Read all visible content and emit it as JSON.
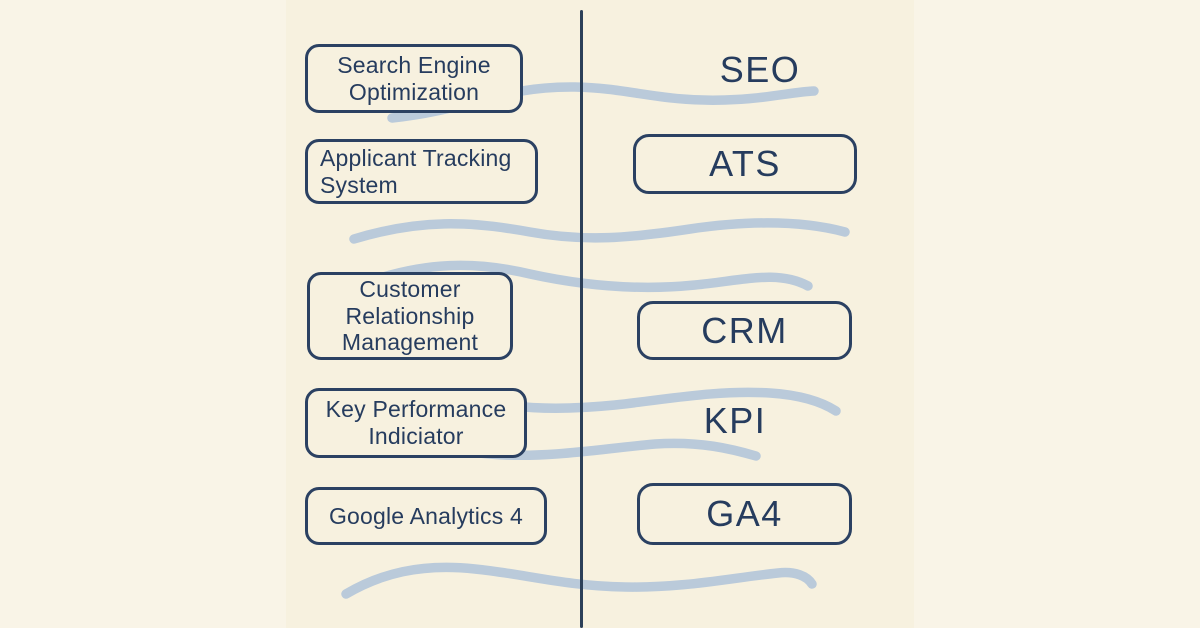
{
  "theme": {
    "background": "#f9f4e7",
    "panel_background": "#f7f1df",
    "ink_navy": "#263c5e",
    "border_navy": "#2b4162",
    "divider_navy": "#2c4059",
    "wave_blue": "#b5c7da"
  },
  "diagram": {
    "description_pairs": "full marketing/HR terms on the left mapped to acronyms on the right of a vertical divider",
    "rows": [
      {
        "term": "Search Engine\nOptimization",
        "acronym": "SEO",
        "acronym_boxed": false
      },
      {
        "term": "Applicant Tracking\nSystem",
        "acronym": "ATS",
        "acronym_boxed": true
      },
      {
        "term": "Customer\nRelationship\nManagement",
        "acronym": "CRM",
        "acronym_boxed": true
      },
      {
        "term": "Key Performance\nIndiciator",
        "acronym": "KPI",
        "acronym_boxed": false
      },
      {
        "term": "Google Analytics 4",
        "acronym": "GA4",
        "acronym_boxed": true
      }
    ]
  }
}
